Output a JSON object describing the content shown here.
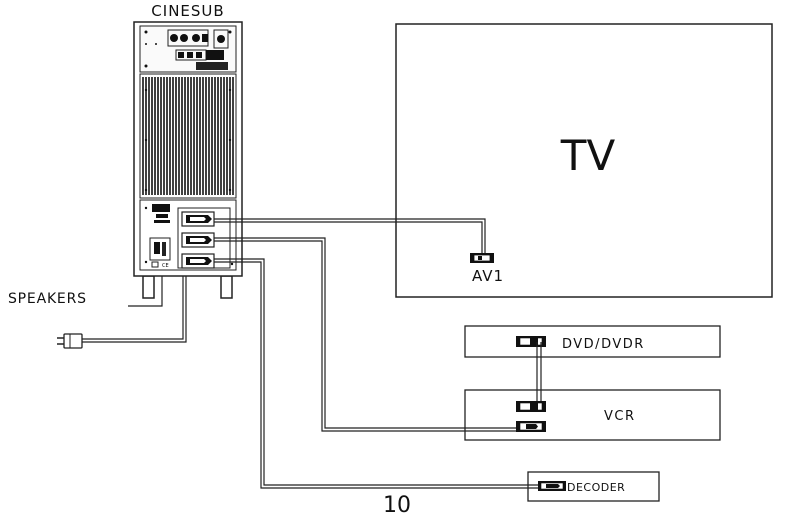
{
  "diagram": {
    "subwoofer_label": "CINESUB",
    "tv_label": "TV",
    "tv_input_label": "AV1",
    "speakers_label": "SPEAKERS",
    "dvd_label": "DVD/DVDR",
    "vcr_label": "VCR",
    "decoder_label": "DECODER",
    "page_number": "10"
  }
}
